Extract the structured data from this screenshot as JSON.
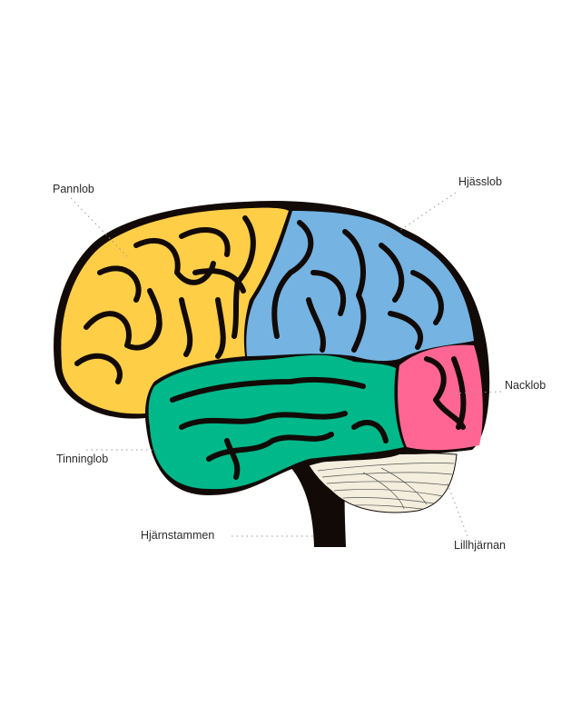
{
  "labels": {
    "frontal": "Pannlob",
    "parietal": "Hjässlob",
    "occipital": "Nacklob",
    "temporal": "Tinninglob",
    "brainstem": "Hjärnstammen",
    "cerebellum": "Lillhjärnan"
  },
  "colors": {
    "frontal": "#FFCE47",
    "parietal": "#74B3E2",
    "occipital": "#FF6694",
    "temporal": "#00B88A",
    "cerebellum": "#F3EEDD",
    "outline": "#120A06"
  }
}
